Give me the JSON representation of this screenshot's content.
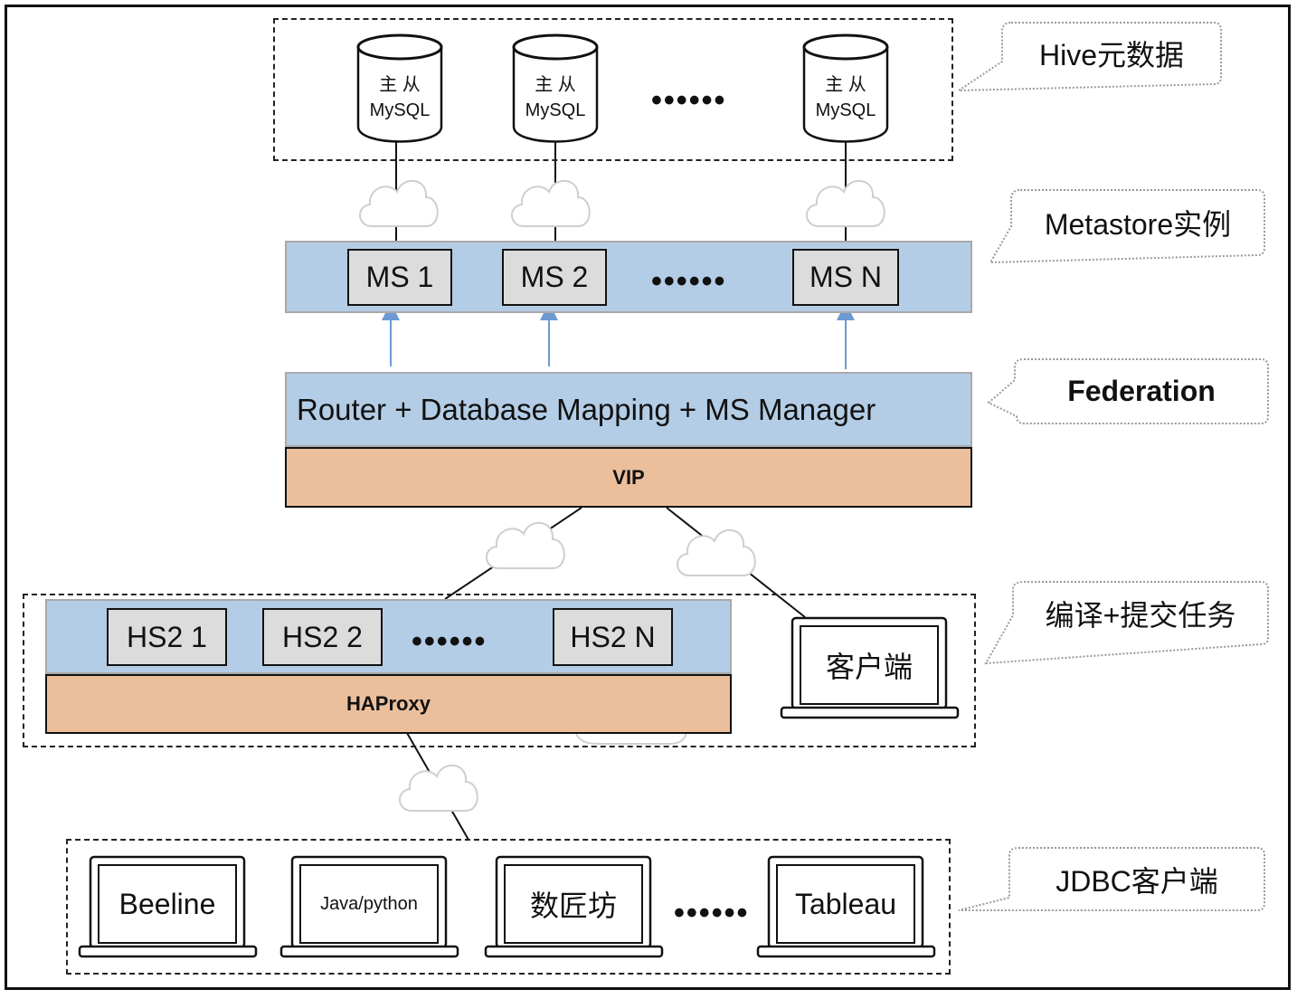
{
  "diagram": {
    "title_hidden": "",
    "callouts": {
      "hive_metadata": "Hive元数据",
      "metastore_instances": "Metastore实例",
      "federation": "Federation",
      "compile_submit": "编译+提交任务",
      "jdbc_clients": "JDBC客户端"
    },
    "mysql_dbs": [
      {
        "roles": "主  从",
        "name": "MySQL"
      },
      {
        "roles": "主  从",
        "name": "MySQL"
      },
      {
        "roles": "主  从",
        "name": "MySQL"
      }
    ],
    "ellipsis": "••••••",
    "metastores": [
      "MS 1",
      "MS 2",
      "MS N"
    ],
    "federation_layer": "Router + Database Mapping + MS Manager",
    "vip_label": "VIP",
    "hiveservers": [
      "HS2 1",
      "HS2 2",
      "HS2 N"
    ],
    "haproxy_label": "HAProxy",
    "client_label": "客户端",
    "jdbc_clients": [
      "Beeline",
      "Java/python",
      "数匠坊",
      "Tableau"
    ],
    "colors": {
      "blue_layer": "#b4cde6",
      "orange_layer": "#ecbf9c",
      "node_fill": "#dcdcdc",
      "arrow": "#6b9bd2",
      "cloud": "#cfcfcf"
    }
  }
}
